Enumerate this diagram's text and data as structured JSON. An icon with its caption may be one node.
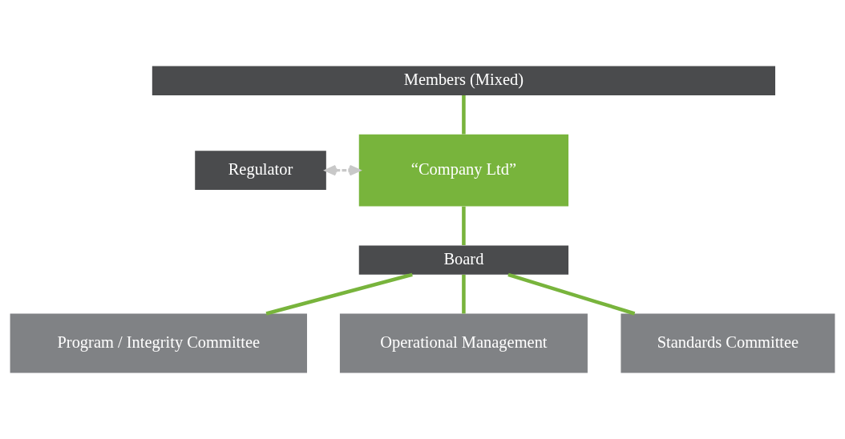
{
  "diagram": {
    "nodes": [
      {
        "text": [
          "Members (Mixed)"
        ]
      },
      {
        "text": [
          "Regulator"
        ]
      },
      {
        "text": [
          "“Company Ltd”"
        ]
      },
      {
        "text": [
          "Board"
        ]
      },
      {
        "text": [
          "Program / Integrity Committee"
        ]
      },
      {
        "text": [
          "Operational Management"
        ]
      },
      {
        "text": [
          "Standards Committee"
        ]
      }
    ],
    "edges": [
      {
        "from": 0,
        "to": 2,
        "arrow": "none"
      },
      {
        "from": 1,
        "to": 2,
        "arrow": "both",
        "style": "dashed",
        "color": "#c8c8c8"
      },
      {
        "from": 2,
        "to": 3,
        "arrow": "none"
      },
      {
        "from": 3,
        "to": 4,
        "arrow": "none"
      },
      {
        "from": 3,
        "to": 5,
        "arrow": "none"
      },
      {
        "from": 3,
        "to": 6,
        "arrow": "none"
      }
    ]
  }
}
